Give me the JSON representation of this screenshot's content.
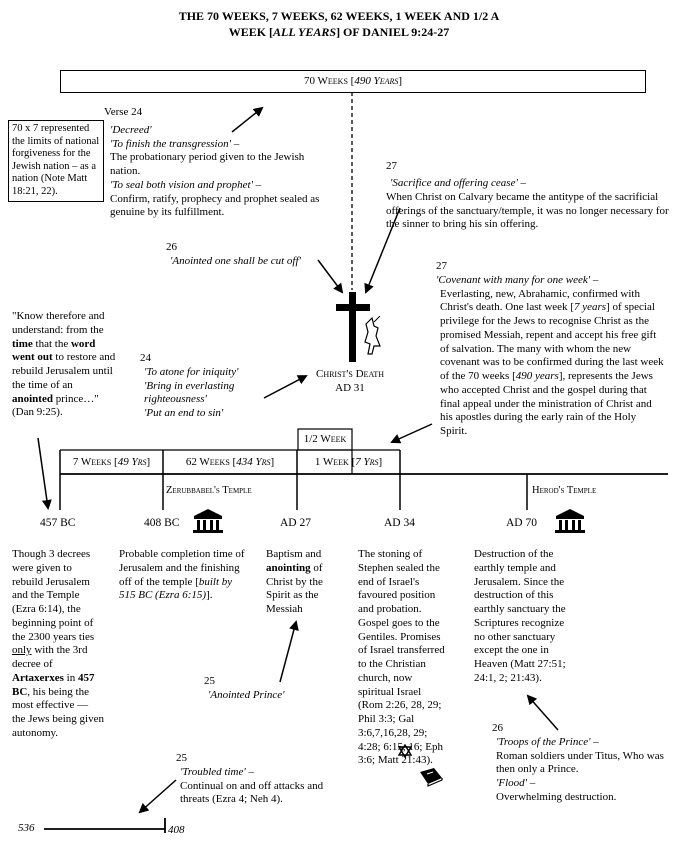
{
  "title": {
    "line1": "THE 70 WEEKS, 7 WEEKS, 62 WEEKS, 1 WEEK AND 1/2 A",
    "line2_pre": "WEEK [",
    "line2_em": "ALL YEARS",
    "line2_post": "] OF DANIEL 9:24-27"
  },
  "top_box": {
    "pre": "70 Weeks [",
    "em": "490 Years",
    "post": "]"
  },
  "left_box": "70 x 7 represented the limits of national forgiveness for the Jewish nation – as a nation (Note Matt 18:21, 22).",
  "verse24_block": {
    "heading": "Verse 24",
    "decreed": "'Decreed'",
    "finish": "'To finish the transgression' –",
    "finish_desc": "The probationary period given to the Jewish nation.",
    "seal": "'To seal both vision and prophet' –",
    "seal_desc": "Confirm, ratify, prophecy and prophet sealed as genuine by its fulfillment."
  },
  "v27_sacrifice": {
    "num": "27",
    "quote": "'Sacrifice and offering cease' –",
    "desc": "When Christ on Calvary became the antitype of the sacrificial offerings of the sanctuary/temple, it was no longer necessary for the sinner to bring his sin offering."
  },
  "v26_anointed": {
    "num": "26",
    "quote": "'Anointed one shall be cut off'"
  },
  "v27_covenant": {
    "num": "27",
    "quote": "'Covenant with many for one week' –",
    "desc_a": "Everlasting, new, Abrahamic, confirmed with Christ's death. One last week [",
    "desc_em1": "7 years",
    "desc_b": "] of special privilege for the Jews to recognise Christ as the promised Messiah, repent and accept his free gift of salvation. The many with whom the new covenant was to be confirmed during the last week of the 70 weeks [",
    "desc_em2": "490 years",
    "desc_c": "], represents the Jews who accepted Christ and the gospel during that final appeal under the ministration of Christ and his apostles during the early rain of the Holy Spirit."
  },
  "know_quote": {
    "a": "\"Know therefore and understand: from the ",
    "time": "time",
    "b": " that the ",
    "word": "word went out",
    "c": " to restore and rebuild Jerusalem until the time of an ",
    "anointed": "anointed",
    "d": " prince…\" (Dan 9:25)."
  },
  "v24_atone": {
    "num": "24",
    "l1": "'To atone for iniquity'",
    "l2": "'Bring in everlasting righteousness'",
    "l3": "'Put an end to sin'"
  },
  "christ_death": {
    "l1": "Christ's Death",
    "l2": "AD 31"
  },
  "half_week": "1/2 Week",
  "timeline": {
    "seven_weeks": {
      "pre": "7 Weeks [",
      "em": "49 Yrs",
      "post": "]"
    },
    "sixtytwo_weeks": {
      "pre": "62 Weeks [",
      "em": "434 Yrs",
      "post": "]"
    },
    "one_week": {
      "pre": "1 Week [",
      "em": "7 Yrs",
      "post": "]"
    },
    "zerubbabel": "Zerubbabel's Temple",
    "herods": "Herod's Temple"
  },
  "dates": {
    "d457": "457 BC",
    "d408": "408 BC",
    "ad27": "AD 27",
    "ad34": "AD 34",
    "ad70": "AD 70"
  },
  "col457": {
    "a": "Though 3 decrees were given to rebuild Jerusalem and the Temple (Ezra 6:14), the beginning point of the 2300 years ties ",
    "only": "only",
    "b": " with the 3rd decree of ",
    "artax": "Artaxerxes",
    "c": " in ",
    "bc": "457 BC",
    "d": ", his being the most effective — the Jews being given autonomy."
  },
  "col408": {
    "a": "Probable completion time of Jerusalem and the finishing off of the temple [",
    "em": "built by 515 BC (Ezra 6:15)",
    "b": "]."
  },
  "colad27": {
    "a": "Baptism and ",
    "b_anoint": "anointing",
    "c": " of Christ by the Spirit as the Messiah"
  },
  "colad34": "The stoning of Stephen sealed the end of Israel's favoured position and probation. Gospel goes to the Gentiles. Promises of Israel transferred to the Christian church, now spiritual Israel (Rom 2:26, 28, 29; Phil 3:3; Gal 3:6,7,16,28, 29; 4:28; 6:15, 16; Eph 3:6; Matt 21:43).",
  "colad70": "Destruction of the earthly temple and Jerusalem. Since the destruction of this earthly sanctuary the Scriptures recognize no other sanctuary except the one in Heaven (Matt 27:51; 24:1, 2; 21:43).",
  "v25_prince": {
    "num": "25",
    "quote": "'Anointed Prince'"
  },
  "v26_troops": {
    "num": "26",
    "quote1": "'Troops of the Prince' –",
    "desc1": "Roman soldiers under Titus, Who was then only a Prince.",
    "quote2": "'Flood' –",
    "desc2": "Overwhelming destruction."
  },
  "v25_trouble": {
    "num": "25",
    "quote": "'Troubled time' –",
    "desc": "Continual on and off attacks and threats (Ezra 4; Neh 4)."
  },
  "bottom": {
    "left": "536",
    "right": "408"
  }
}
